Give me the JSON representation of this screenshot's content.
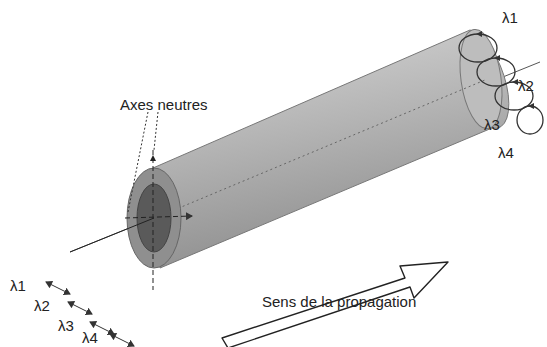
{
  "diagram": {
    "labels": [
      "Axes neutres",
      "λ1",
      "λ2",
      "λ3",
      "λ4",
      "λ1",
      "λ2",
      "λ3",
      "λ4",
      "Sens de la propagation"
    ]
  }
}
